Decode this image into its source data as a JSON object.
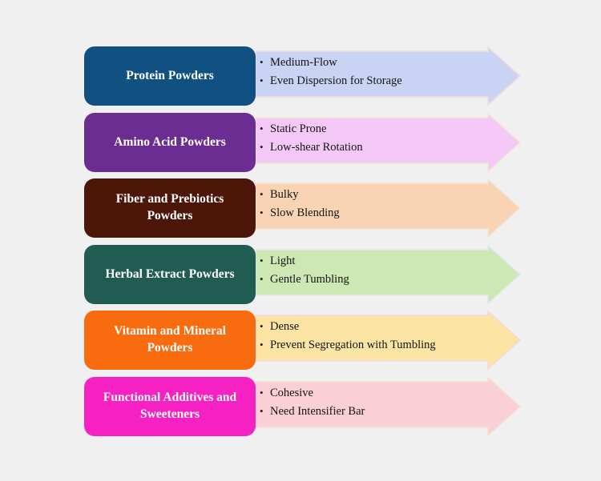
{
  "canvas": {
    "background": "#f0f0f1"
  },
  "bullet_char": "•",
  "rows": [
    {
      "label": "Protein Powders",
      "box_color": "#115181",
      "arrow_fill": "#c9d3f4",
      "arrow_stroke": "#f5dbd9",
      "bullets": [
        "Medium-Flow",
        "Even Dispersion for Storage"
      ]
    },
    {
      "label": "Amino Acid Powders",
      "box_color": "#6c2d92",
      "arrow_fill": "#f5c9f7",
      "arrow_stroke": "#f2e6ce",
      "bullets": [
        "Static Prone",
        "Low-shear Rotation"
      ]
    },
    {
      "label": "Fiber and Prebiotics Powders",
      "box_color": "#4c1609",
      "arrow_fill": "#f8d4b4",
      "arrow_stroke": "#f3e5d8",
      "bullets": [
        "Bulky",
        "Slow Blending"
      ]
    },
    {
      "label": "Herbal Extract Powders",
      "box_color": "#205c51",
      "arrow_fill": "#cde8b5",
      "arrow_stroke": "#dfe7ee",
      "bullets": [
        "Light",
        "Gentle Tumbling"
      ]
    },
    {
      "label": "Vitamin and Mineral Powders",
      "box_color": "#f96b0f",
      "arrow_fill": "#fce5a4",
      "arrow_stroke": "#efd9df",
      "bullets": [
        "Dense",
        "Prevent Segregation with Tumbling"
      ]
    },
    {
      "label": "Functional Additives and Sweeteners",
      "box_color": "#f521c3",
      "arrow_fill": "#facfd5",
      "arrow_stroke": "#f3dfd3",
      "bullets": [
        "Cohesive",
        "Need Intensifier Bar"
      ]
    }
  ]
}
